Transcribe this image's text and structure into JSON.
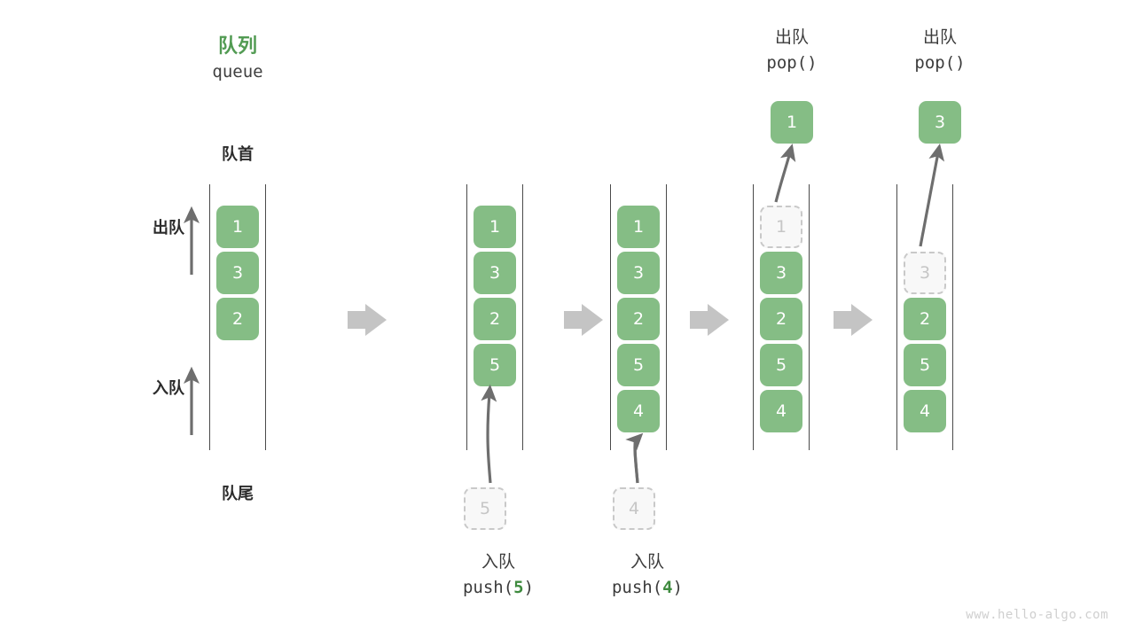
{
  "diagram": {
    "title_cn": "队列",
    "title_en": "queue",
    "front_label": "队首",
    "rear_label": "队尾",
    "dequeue_label": "出队",
    "enqueue_label": "入队",
    "watermark": "www.hello-algo.com",
    "colors": {
      "accent_green": "#529b53",
      "cell_green": "#85bd85",
      "ghost_gray": "#c6c6c6",
      "arrow_gray": "#c4c4c4",
      "line_gray": "#6e6e6e",
      "text_dark": "#3c3c3c"
    },
    "steps": [
      {
        "id": "initial",
        "cells": [
          {
            "value": "1",
            "state": "filled"
          },
          {
            "value": "3",
            "state": "filled"
          },
          {
            "value": "2",
            "state": "filled"
          }
        ],
        "operation": null,
        "operation_cn": null,
        "operation_code_prefix": null,
        "operation_code_arg": null,
        "operation_code_suffix": null,
        "pending_cell": null,
        "popped_cell": null
      },
      {
        "id": "push-5",
        "cells": [
          {
            "value": "1",
            "state": "filled"
          },
          {
            "value": "3",
            "state": "filled"
          },
          {
            "value": "2",
            "state": "filled"
          },
          {
            "value": "5",
            "state": "filled"
          }
        ],
        "operation": "push",
        "operation_cn": "入队",
        "operation_code_prefix": "push(",
        "operation_code_arg": "5",
        "operation_code_suffix": ")",
        "pending_cell": "5",
        "popped_cell": null
      },
      {
        "id": "push-4",
        "cells": [
          {
            "value": "1",
            "state": "filled"
          },
          {
            "value": "3",
            "state": "filled"
          },
          {
            "value": "2",
            "state": "filled"
          },
          {
            "value": "5",
            "state": "filled"
          },
          {
            "value": "4",
            "state": "filled"
          }
        ],
        "operation": "push",
        "operation_cn": "入队",
        "operation_code_prefix": "push(",
        "operation_code_arg": "4",
        "operation_code_suffix": ")",
        "pending_cell": "4",
        "popped_cell": null
      },
      {
        "id": "pop-1",
        "cells": [
          {
            "value": "1",
            "state": "ghost"
          },
          {
            "value": "3",
            "state": "filled"
          },
          {
            "value": "2",
            "state": "filled"
          },
          {
            "value": "5",
            "state": "filled"
          },
          {
            "value": "4",
            "state": "filled"
          }
        ],
        "operation": "pop",
        "operation_cn": "出队",
        "operation_code_prefix": "pop(",
        "operation_code_arg": "",
        "operation_code_suffix": ")",
        "pending_cell": null,
        "popped_cell": "1"
      },
      {
        "id": "pop-3",
        "cells": [
          {
            "value": "",
            "state": "empty"
          },
          {
            "value": "3",
            "state": "ghost"
          },
          {
            "value": "2",
            "state": "filled"
          },
          {
            "value": "5",
            "state": "filled"
          },
          {
            "value": "4",
            "state": "filled"
          }
        ],
        "operation": "pop",
        "operation_cn": "出队",
        "operation_code_prefix": "pop(",
        "operation_code_arg": "",
        "operation_code_suffix": ")",
        "pending_cell": null,
        "popped_cell": "3"
      }
    ]
  }
}
